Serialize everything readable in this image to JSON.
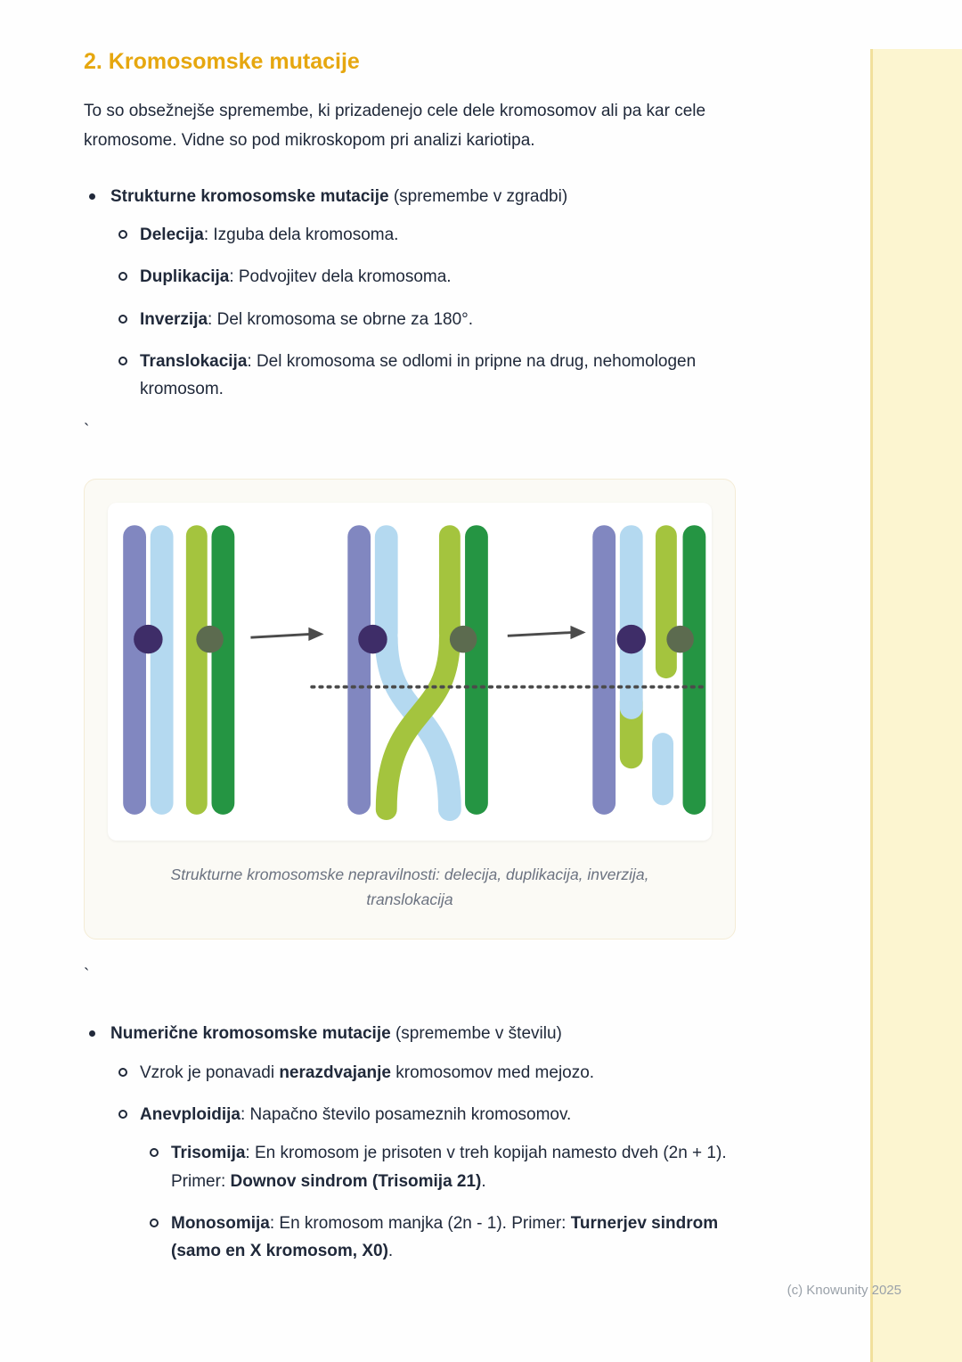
{
  "page": {
    "heading": "2. Kromosomske mutacije",
    "intro": "To so obsežnejše spremembe, ki prizadenejo cele dele kromosomov ali pa kar cele kromosome. Vidne so pod mikroskopom pri analizi kariotipa.",
    "tick1": "`",
    "tick2": "`",
    "footer": "(c) Knowunity 2025"
  },
  "colors": {
    "heading_accent": "#e6a70f",
    "side_strip": "#fcf5d0",
    "body_text": "#20293a",
    "caption_gray": "#6b7280"
  },
  "structural": {
    "title_bold": "Strukturne kromosomske mutacije",
    "title_rest": " (spremembe v zgradbi)",
    "items": [
      {
        "bold": "Delecija",
        "rest": ": Izguba dela kromosoma."
      },
      {
        "bold": "Duplikacija",
        "rest": ": Podvojitev dela kromosoma."
      },
      {
        "bold": "Inverzija",
        "rest": ": Del kromosoma se obrne za 180°."
      },
      {
        "bold": "Translokacija",
        "rest": ": Del kromosoma se odlomi in pripne na drug, nehomologen kromosom."
      }
    ]
  },
  "figure": {
    "caption": "Strukturne kromosomske nepravilnosti: delecija, duplikacija, inverzija, translokacija",
    "colors": {
      "purple": "#8187c0",
      "light_blue": "#b4d9f0",
      "yellow_green": "#a4c43e",
      "dark_green": "#259543",
      "centromere_purple": "#3e2d68",
      "centromere_olive": "#5c6b4f",
      "line_dark": "#4b4b4b"
    }
  },
  "numeric": {
    "title_bold": "Numerične kromosomske mutacije",
    "title_rest": " (spremembe v številu)",
    "item1": {
      "pre": "Vzrok je ponavadi ",
      "bold": "nerazdvajanje",
      "post": " kromosomov med mejozo."
    },
    "item2": {
      "bold": "Anevploidija",
      "rest": ": Napačno število posameznih kromosomov."
    },
    "sub": [
      {
        "bold": "Trisomija",
        "mid": ": En kromosom je prisoten v treh kopijah namesto dveh (2n + 1). Primer: ",
        "bold2": "Downov sindrom (Trisomija 21)",
        "tail": "."
      },
      {
        "bold": "Monosomija",
        "mid": ": En kromosom manjka (2n - 1). Primer: ",
        "bold2": "Turnerjev sindrom (samo en X kromosom, X0)",
        "tail": "."
      }
    ]
  }
}
